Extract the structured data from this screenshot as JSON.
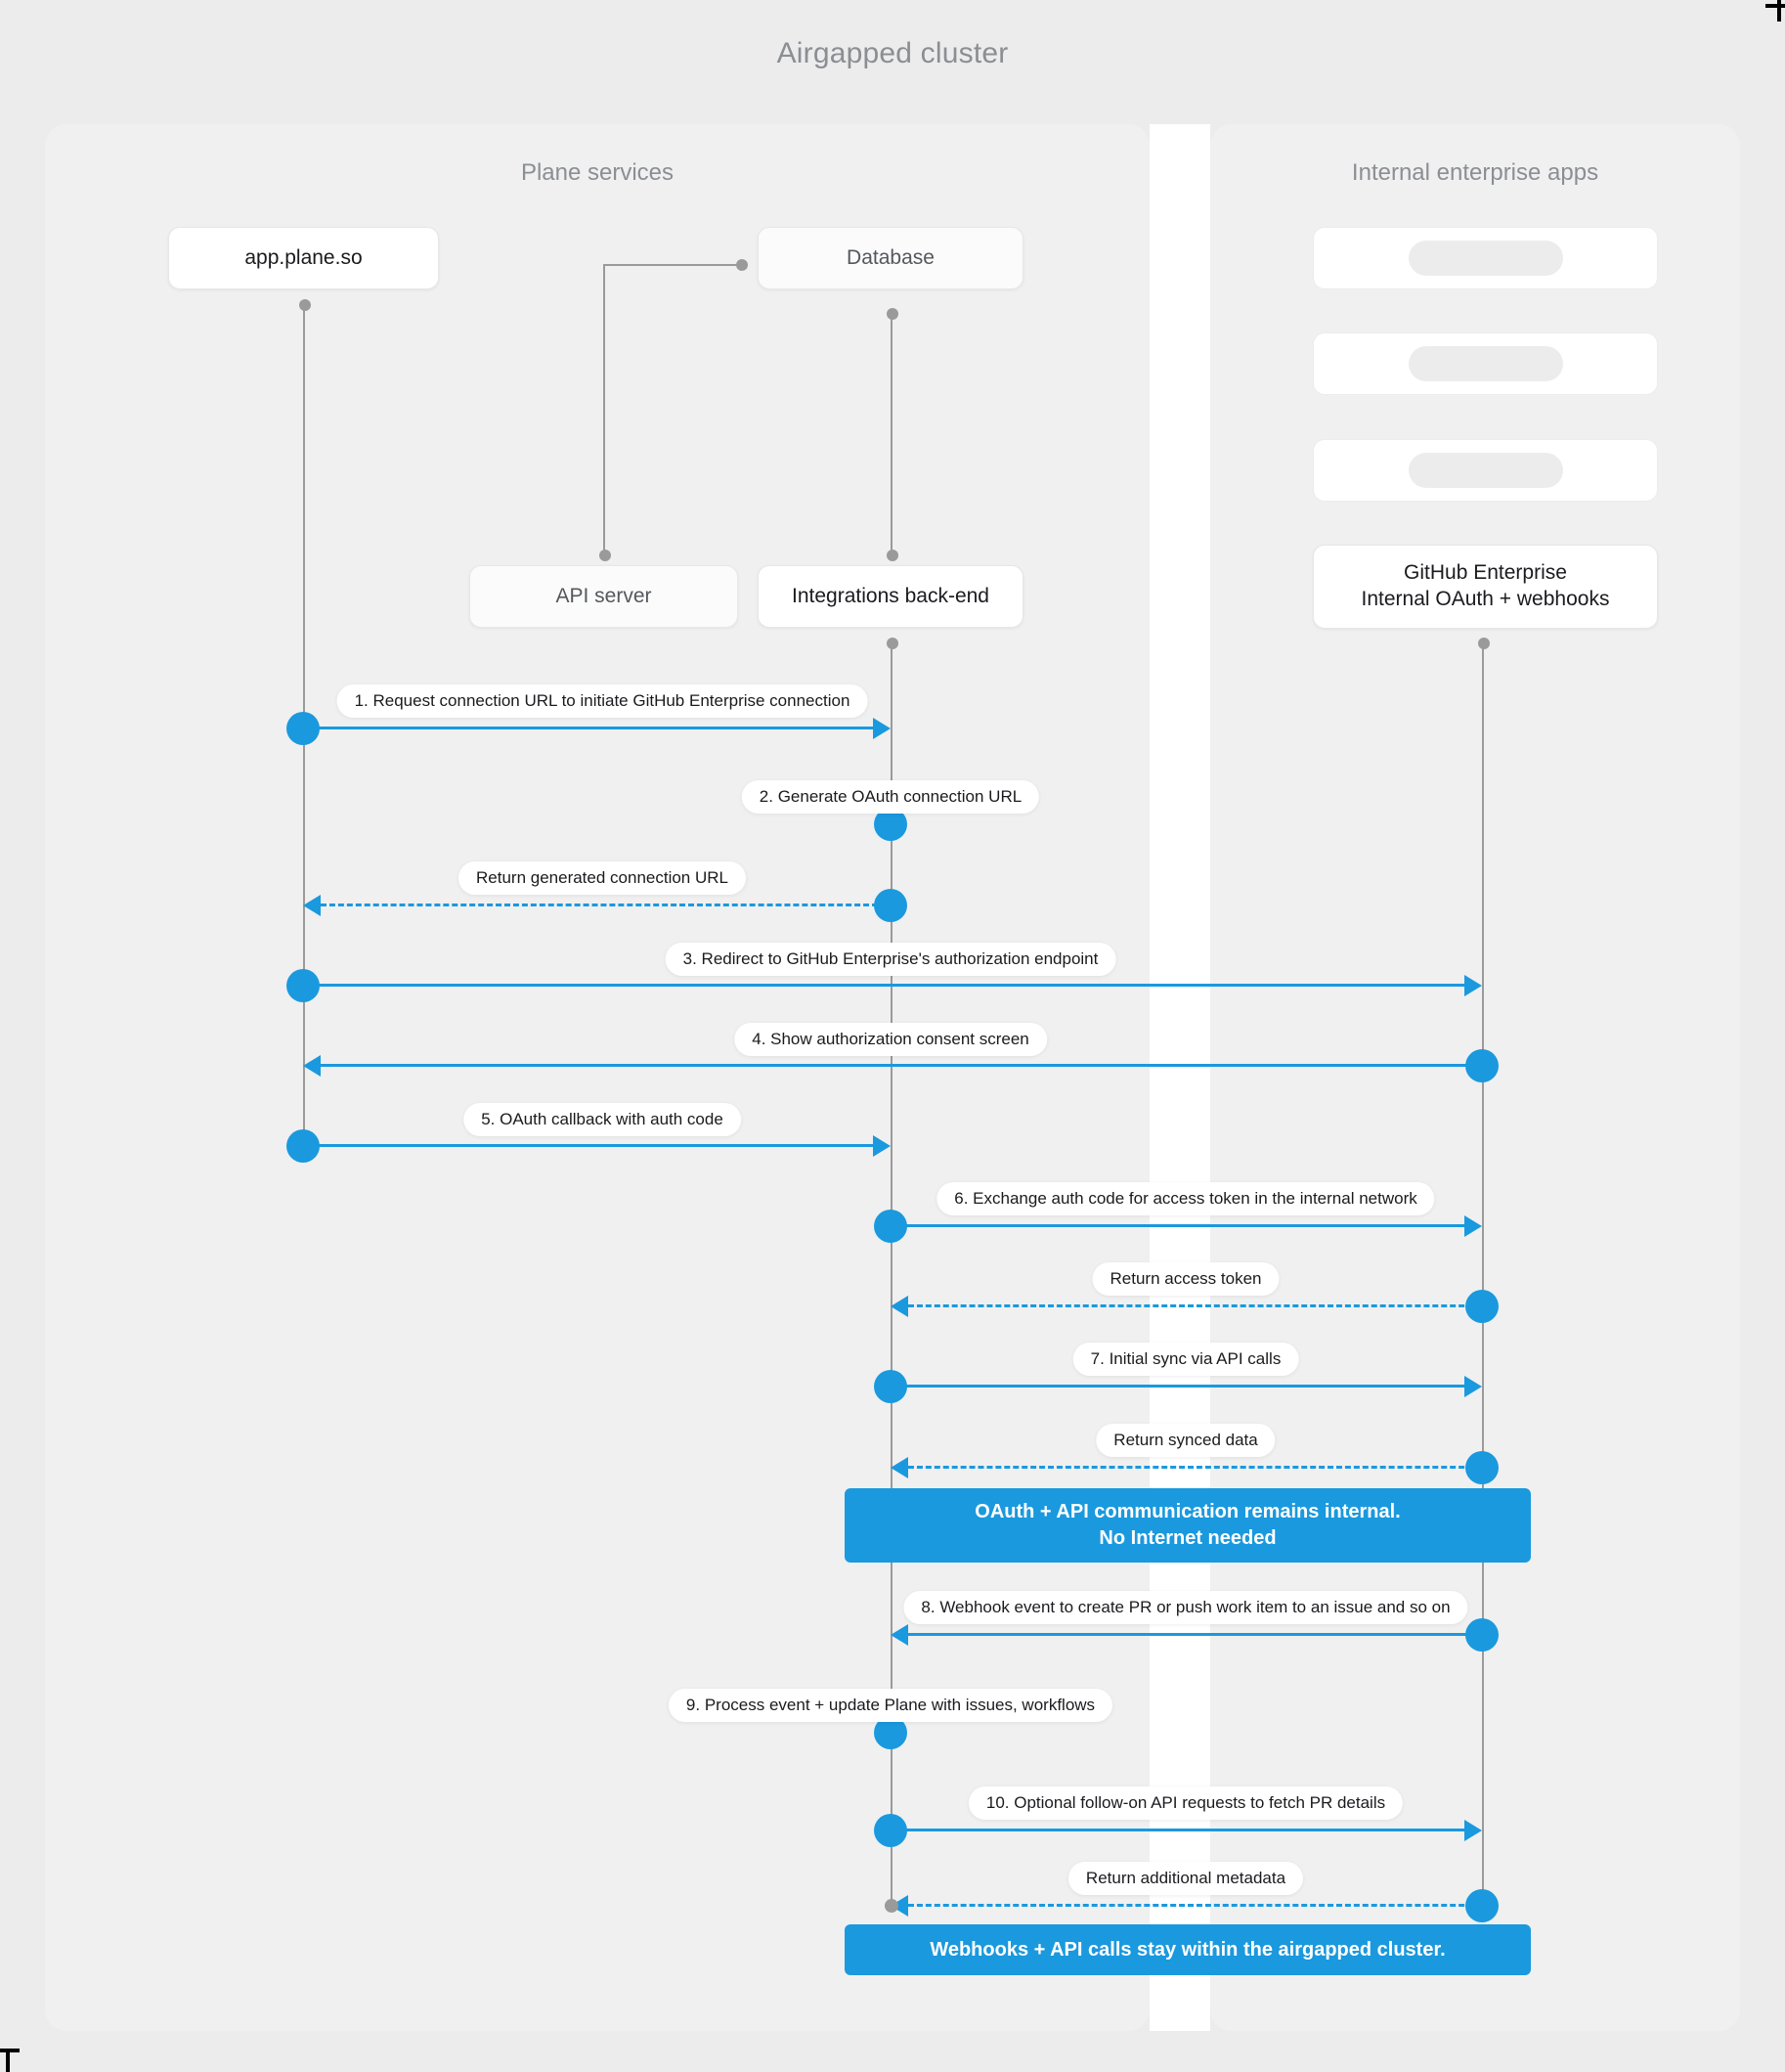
{
  "diagram": {
    "title": "Airgapped cluster",
    "accent_color": "#1a99de",
    "lifeline_color": "#9a9a9a",
    "panel_color": "#f0f0f0",
    "background_color": "#ececec"
  },
  "panels": [
    {
      "id": "plane",
      "title": "Plane services"
    },
    {
      "id": "apps",
      "title": "Internal enterprise apps"
    }
  ],
  "participants": [
    {
      "id": "appplane",
      "label": "app.plane.so",
      "panel": "plane"
    },
    {
      "id": "database",
      "label": "Database",
      "panel": "plane"
    },
    {
      "id": "apiserver",
      "label": "API server",
      "panel": "plane"
    },
    {
      "id": "integr",
      "label": "Integrations back-end",
      "panel": "plane"
    },
    {
      "id": "ghe",
      "label": "GitHub Enterprise\nInternal OAuth + webhooks",
      "panel": "apps"
    }
  ],
  "placeholder_boxes": [
    {
      "id": "ph-1"
    },
    {
      "id": "ph-2"
    },
    {
      "id": "ph-3"
    }
  ],
  "messages": [
    {
      "n": 1,
      "label": "1. Request connection URL to initiate GitHub Enterprise connection",
      "from": "appplane",
      "to": "integr",
      "style": "solid",
      "dir": "right"
    },
    {
      "n": 2,
      "label": "2. Generate OAuth connection URL",
      "from": "integr",
      "to": "integr",
      "style": "self",
      "dir": "self"
    },
    {
      "n": 3,
      "label": "Return generated connection URL",
      "from": "integr",
      "to": "appplane",
      "style": "dashed",
      "dir": "left"
    },
    {
      "n": 4,
      "label": "3. Redirect to GitHub Enterprise's authorization endpoint",
      "from": "appplane",
      "to": "ghe",
      "style": "solid",
      "dir": "right"
    },
    {
      "n": 5,
      "label": "4. Show authorization consent screen",
      "from": "ghe",
      "to": "appplane",
      "style": "solid",
      "dir": "left"
    },
    {
      "n": 6,
      "label": "5. OAuth callback with auth code",
      "from": "appplane",
      "to": "integr",
      "style": "solid",
      "dir": "right"
    },
    {
      "n": 7,
      "label": "6. Exchange auth code for access token in the internal network",
      "from": "integr",
      "to": "ghe",
      "style": "solid",
      "dir": "right"
    },
    {
      "n": 8,
      "label": "Return access token",
      "from": "ghe",
      "to": "integr",
      "style": "dashed",
      "dir": "left"
    },
    {
      "n": 9,
      "label": "7. Initial sync via API calls",
      "from": "integr",
      "to": "ghe",
      "style": "solid",
      "dir": "right"
    },
    {
      "n": 10,
      "label": "Return synced data",
      "from": "ghe",
      "to": "integr",
      "style": "dashed",
      "dir": "left"
    },
    {
      "n": 11,
      "label": "8. Webhook event to create PR  or push work item to an issue  and so on",
      "from": "ghe",
      "to": "integr",
      "style": "solid",
      "dir": "left"
    },
    {
      "n": 12,
      "label": "9. Process event + update Plane with issues, workflows",
      "from": "integr",
      "to": "integr",
      "style": "self",
      "dir": "self"
    },
    {
      "n": 13,
      "label": "10. Optional follow-on API requests to fetch PR details",
      "from": "integr",
      "to": "ghe",
      "style": "solid",
      "dir": "right"
    },
    {
      "n": 14,
      "label": "Return additional metadata",
      "from": "ghe",
      "to": "integr",
      "style": "dashed",
      "dir": "left"
    }
  ],
  "notes": [
    {
      "id": "note-1",
      "text": "OAuth + API communication remains internal.\nNo Internet needed"
    },
    {
      "id": "note-2",
      "text": "Webhooks + API calls stay within the airgapped cluster."
    }
  ]
}
